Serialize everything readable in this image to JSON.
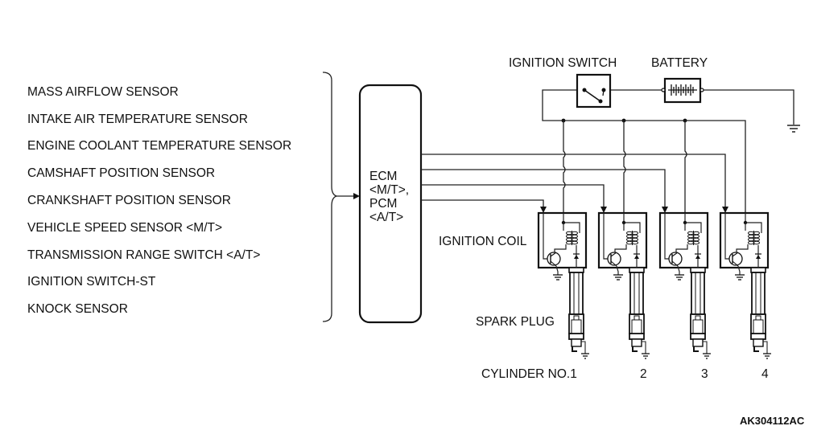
{
  "diagram": {
    "sensor_inputs": [
      "MASS AIRFLOW SENSOR",
      "INTAKE AIR TEMPERATURE SENSOR",
      "ENGINE COOLANT TEMPERATURE SENSOR",
      "CAMSHAFT POSITION SENSOR",
      "CRANKSHAFT POSITION SENSOR",
      "VEHICLE SPEED SENSOR <M/T>",
      "TRANSMISSION RANGE SWITCH <A/T>",
      "IGNITION SWITCH-ST",
      "KNOCK SENSOR"
    ],
    "ecm_label": [
      "ECM",
      "<M/T>,",
      "PCM",
      "<A/T>"
    ],
    "ignition_switch_label": "IGNITION SWITCH",
    "battery_label": "BATTERY",
    "ignition_coil_label": "IGNITION COIL",
    "spark_plug_label": "SPARK PLUG",
    "cylinder_labels": [
      "CYLINDER NO.1",
      "2",
      "3",
      "4"
    ],
    "figure_code": "AK304112AC"
  }
}
